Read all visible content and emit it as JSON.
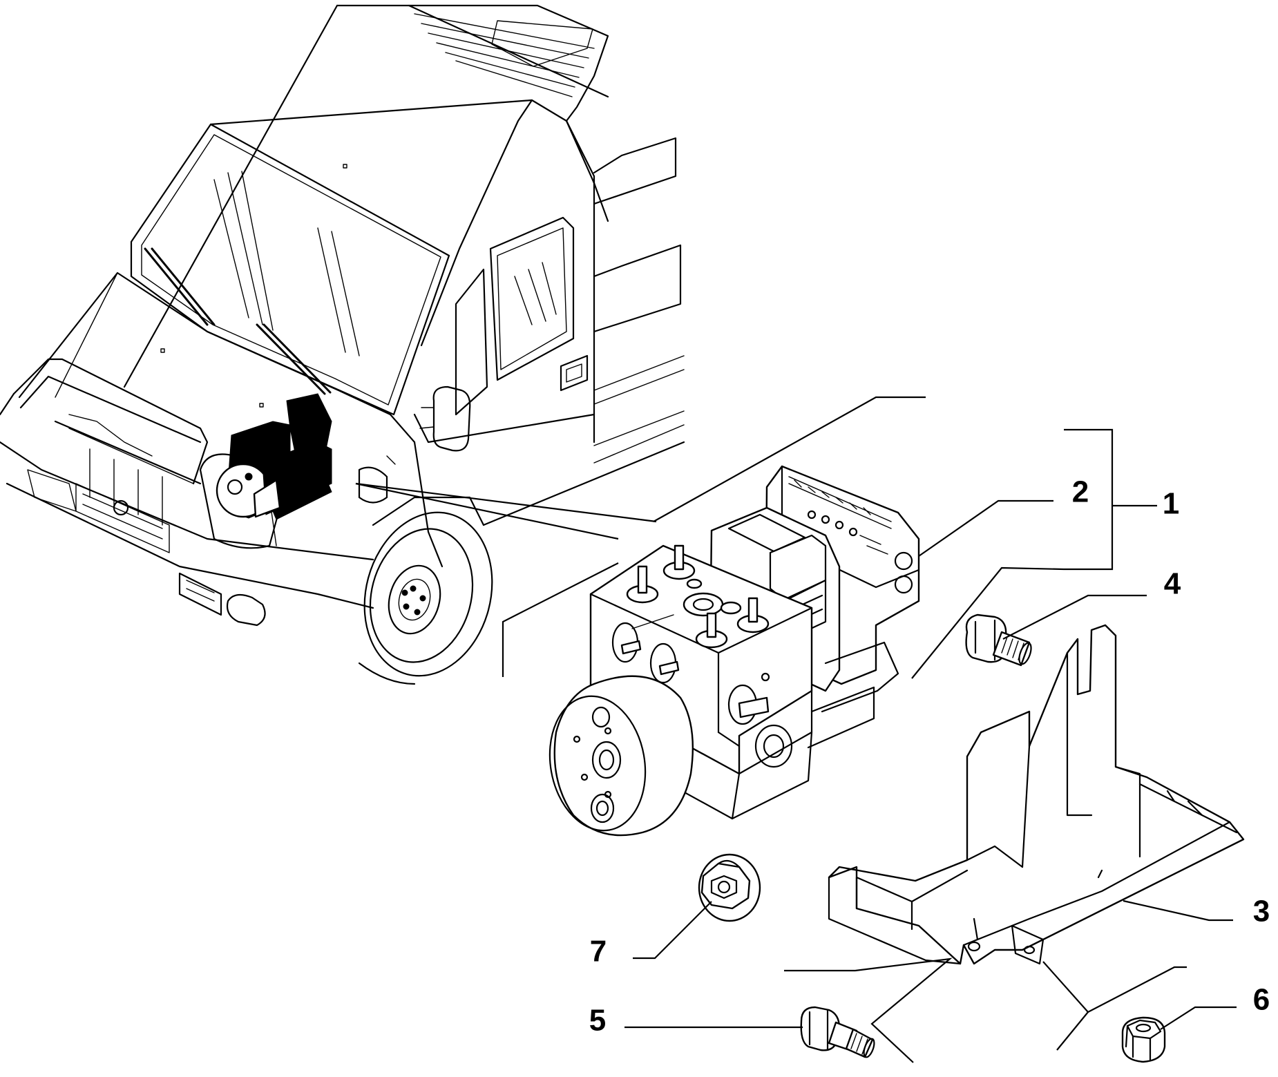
{
  "callouts": [
    {
      "id": "1",
      "label": "1",
      "part": "abs-hydraulic-unit-assembly"
    },
    {
      "id": "2",
      "label": "2",
      "part": "abs-control-module"
    },
    {
      "id": "3",
      "label": "3",
      "part": "mounting-bracket"
    },
    {
      "id": "4",
      "label": "4",
      "part": "bolt"
    },
    {
      "id": "5",
      "label": "5",
      "part": "bolt"
    },
    {
      "id": "6",
      "label": "6",
      "part": "nut"
    },
    {
      "id": "7",
      "label": "7",
      "part": "flanged-nut"
    }
  ]
}
